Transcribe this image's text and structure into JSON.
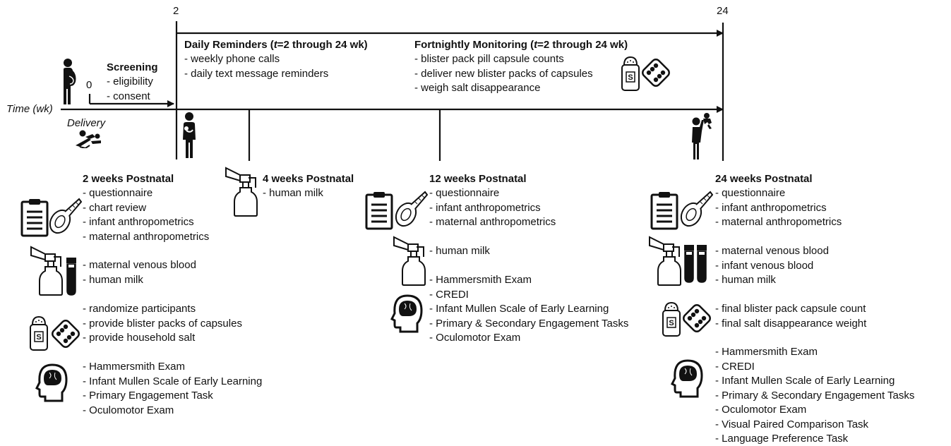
{
  "tick_2": "2",
  "tick_24": "24",
  "tick_0": "0",
  "time_label": "Time (wk)",
  "delivery_label": "Delivery",
  "screening": {
    "title": "Screening",
    "items": [
      "- eligibility",
      "- consent"
    ]
  },
  "daily_reminders": {
    "title_pre": "Daily Reminders (",
    "title_t": "t",
    "title_post": "=2 through 24 wk)",
    "items": [
      "- weekly phone calls",
      "- daily text message reminders"
    ]
  },
  "fortnightly": {
    "title_pre": "Fortnightly Monitoring (",
    "title_t": "t",
    "title_post": "=2 through 24 wk)",
    "items": [
      "- blister pack pill capsule counts",
      "- deliver new blister packs of capsules",
      "- weigh salt disappearance"
    ]
  },
  "wk2": {
    "title": "2 weeks Postnatal",
    "group_questionnaire": [
      "- questionnaire",
      "- chart review",
      "- infant anthropometrics",
      "- maternal anthropometrics"
    ],
    "group_samples": [
      "- maternal venous blood",
      "- human milk"
    ],
    "group_supplement": [
      "- randomize participants",
      "- provide blister packs of capsules",
      "- provide household salt"
    ],
    "group_neuro": [
      "- Hammersmith Exam",
      "- Infant Mullen Scale of Early Learning",
      "- Primary Engagement Task",
      "- Oculomotor Exam"
    ]
  },
  "wk4": {
    "title": "4 weeks Postnatal",
    "items": [
      "- human milk"
    ]
  },
  "wk12": {
    "title": "12 weeks Postnatal",
    "group_questionnaire": [
      "- questionnaire",
      "- infant anthropometrics",
      "- maternal anthropometrics"
    ],
    "group_samples": [
      "- human milk"
    ],
    "group_neuro": [
      "- Hammersmith Exam",
      "- CREDI",
      "- Infant Mullen Scale of Early Learning",
      "- Primary & Secondary Engagement Tasks",
      "- Oculomotor Exam"
    ]
  },
  "wk24": {
    "title": "24 weeks Postnatal",
    "group_questionnaire": [
      "- questionnaire",
      "- infant anthropometrics",
      "- maternal anthropometrics"
    ],
    "group_samples": [
      "- maternal venous blood",
      "- infant venous blood",
      "- human milk"
    ],
    "group_supplement": [
      "- final blister pack capsule count",
      "- final salt disappearance weight"
    ],
    "group_neuro": [
      "- Hammersmith Exam",
      "- CREDI",
      "- Infant Mullen Scale of Early Learning",
      "- Primary & Secondary Engagement Tasks",
      "- Oculomotor Exam",
      "- Visual Paired Comparison Task",
      "- Language Preference Task"
    ]
  },
  "salt_label": "S",
  "icons": [
    "pregnant-woman-icon",
    "delivery-icon",
    "mother-holding-infant-icon",
    "parent-lifting-child-icon",
    "clipboard-icon",
    "measuring-tape-icon",
    "breast-pump-icon",
    "blood-tube-icon",
    "salt-shaker-icon",
    "blister-pack-icon",
    "head-brain-icon"
  ],
  "colors": {
    "ink": "#111111",
    "background": "#ffffff",
    "tube_fill": "#111111"
  }
}
